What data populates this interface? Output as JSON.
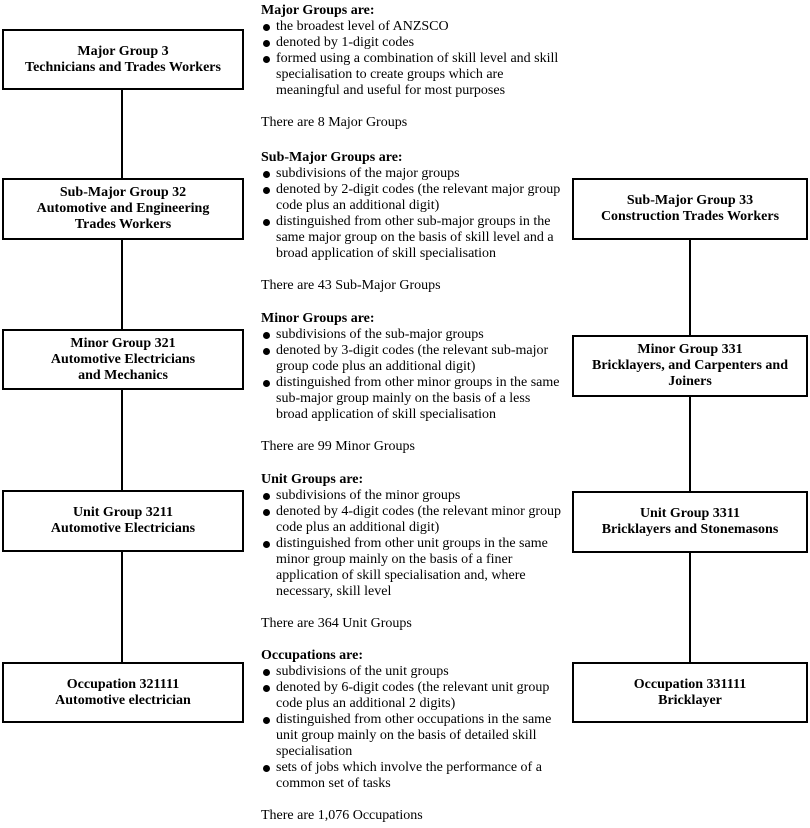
{
  "left_chain": [
    {
      "title": "Major Group 3",
      "name": "Technicians and Trades Workers"
    },
    {
      "title": "Sub-Major Group 32",
      "name": "Automotive and Engineering Trades Workers"
    },
    {
      "title": "Minor Group 321",
      "name": "Automotive Electricians and Mechanics"
    },
    {
      "title": "Unit Group 3211",
      "name": "Automotive Electricians"
    },
    {
      "title": "Occupation 321111",
      "name": "Automotive electrician"
    }
  ],
  "right_chain": [
    {
      "title": "Sub-Major Group 33",
      "name": "Construction Trades Workers"
    },
    {
      "title": "Minor Group 331",
      "name": "Bricklayers, and Carpenters and Joiners"
    },
    {
      "title": "Unit Group 3311",
      "name": "Bricklayers and Stonemasons"
    },
    {
      "title": "Occupation 331111",
      "name": "Bricklayer"
    }
  ],
  "descriptions": [
    {
      "heading": "Major Groups are:",
      "bullets": [
        "the broadest level of ANZSCO",
        "denoted by 1-digit codes",
        "formed using a combination of skill level and skill specialisation to create groups which are meaningful and useful for most purposes"
      ],
      "count": "There are 8 Major Groups"
    },
    {
      "heading": "Sub-Major Groups are:",
      "bullets": [
        "subdivisions of the major groups",
        "denoted by 2-digit codes (the relevant major group code plus an additional digit)",
        "distinguished from other sub-major groups in the same major group on the basis of skill level and a broad application of skill specialisation"
      ],
      "count": "There are 43 Sub-Major Groups"
    },
    {
      "heading": "Minor Groups are:",
      "bullets": [
        "subdivisions of the sub-major groups",
        "denoted by 3-digit codes (the relevant sub-major group code plus an additional digit)",
        "distinguished from other minor groups in the same sub-major group mainly on the basis of a less broad application of skill specialisation"
      ],
      "count": "There are 99 Minor Groups"
    },
    {
      "heading": "Unit Groups are:",
      "bullets": [
        "subdivisions of the minor groups",
        "denoted by 4-digit codes (the relevant minor group code plus an additional digit)",
        "distinguished from other unit groups in the same minor group mainly on the basis of a finer application of skill specialisation and, where necessary, skill level"
      ],
      "count": "There are 364 Unit Groups"
    },
    {
      "heading": "Occupations are:",
      "bullets": [
        "subdivisions of the unit groups",
        "denoted by 6-digit codes (the relevant unit group code plus an additional 2 digits)",
        "distinguished from other occupations in the same unit group mainly on the basis of detailed skill specialisation",
        "sets of jobs which involve the performance of a common set of tasks"
      ],
      "count": "There are 1,076 Occupations"
    }
  ]
}
